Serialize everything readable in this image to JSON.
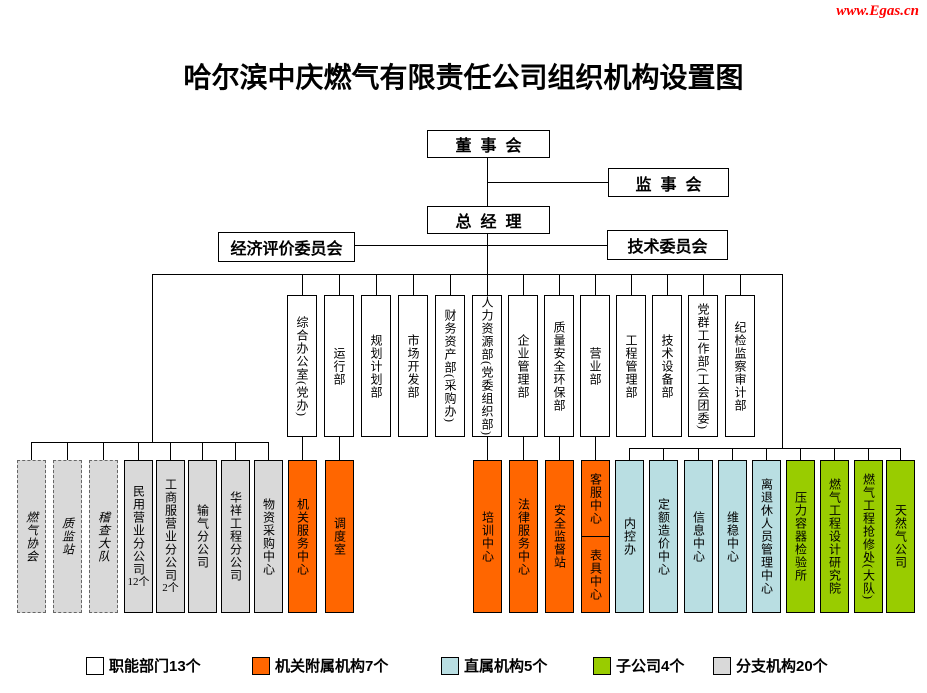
{
  "site_link": "www.Egas.cn",
  "title": "哈尔滨中庆燃气有限责任公司组织机构设置图",
  "top_nodes": {
    "board": "董事会",
    "supervisory_board": "监事会",
    "general_manager": "总经理",
    "economic_evaluation_committee": "经济评价委员会",
    "technical_committee": "技术委员会"
  },
  "functional_departments": [
    "综合办公室(党办)",
    "运行部",
    "规划计划部",
    "市场开发部",
    "财务资产部(采购办)",
    "人力资源部(党委组织部)",
    "企业管理部",
    "质量安全环保部",
    "营业部",
    "工程管理部",
    "技术设备部",
    "党群工作部(工会团委)",
    "纪检监察审计部"
  ],
  "branch_units": [
    {
      "label": "燃气协会",
      "dashed": true
    },
    {
      "label": "质监站",
      "dashed": true
    },
    {
      "label": "稽查大队",
      "dashed": true
    },
    {
      "label": "民用营业分公司",
      "suffix": "12个"
    },
    {
      "label": "工商服营业分公司",
      "suffix": "2个"
    },
    {
      "label": "输气分公司"
    },
    {
      "label": "华祥工程分公司"
    },
    {
      "label": "物资采购中心"
    }
  ],
  "affiliated_units": [
    "机关服务中心",
    "调度室",
    "培训中心",
    "法律服务中心",
    "安全监督站"
  ],
  "affiliated_split_unit": {
    "top": "客服中心",
    "bottom": "表具中心"
  },
  "direct_units": [
    "内控办",
    "定额造价中心",
    "信息中心",
    "维稳中心",
    "离退休人员管理中心"
  ],
  "subsidiaries": [
    "压力容器检验所",
    "燃气工程设计研究院",
    "燃气工程抢修处(大队)",
    "天然气公司"
  ],
  "legend": [
    {
      "label": "职能部门13个",
      "color": "#FFFFFF"
    },
    {
      "label": "机关附属机构7个",
      "color": "#FF6600"
    },
    {
      "label": "直属机构5个",
      "color": "#B9DEE2"
    },
    {
      "label": "子公司4个",
      "color": "#99CC00"
    },
    {
      "label": "分支机构20个",
      "color": "#D9D9D9"
    }
  ],
  "colors": {
    "functional": "#FFFFFF",
    "affiliated": "#FF6600",
    "direct": "#B9DEE2",
    "subsidiary": "#99CC00",
    "branch": "#D9D9D9",
    "line": "#000000",
    "link": "#FF0000"
  }
}
